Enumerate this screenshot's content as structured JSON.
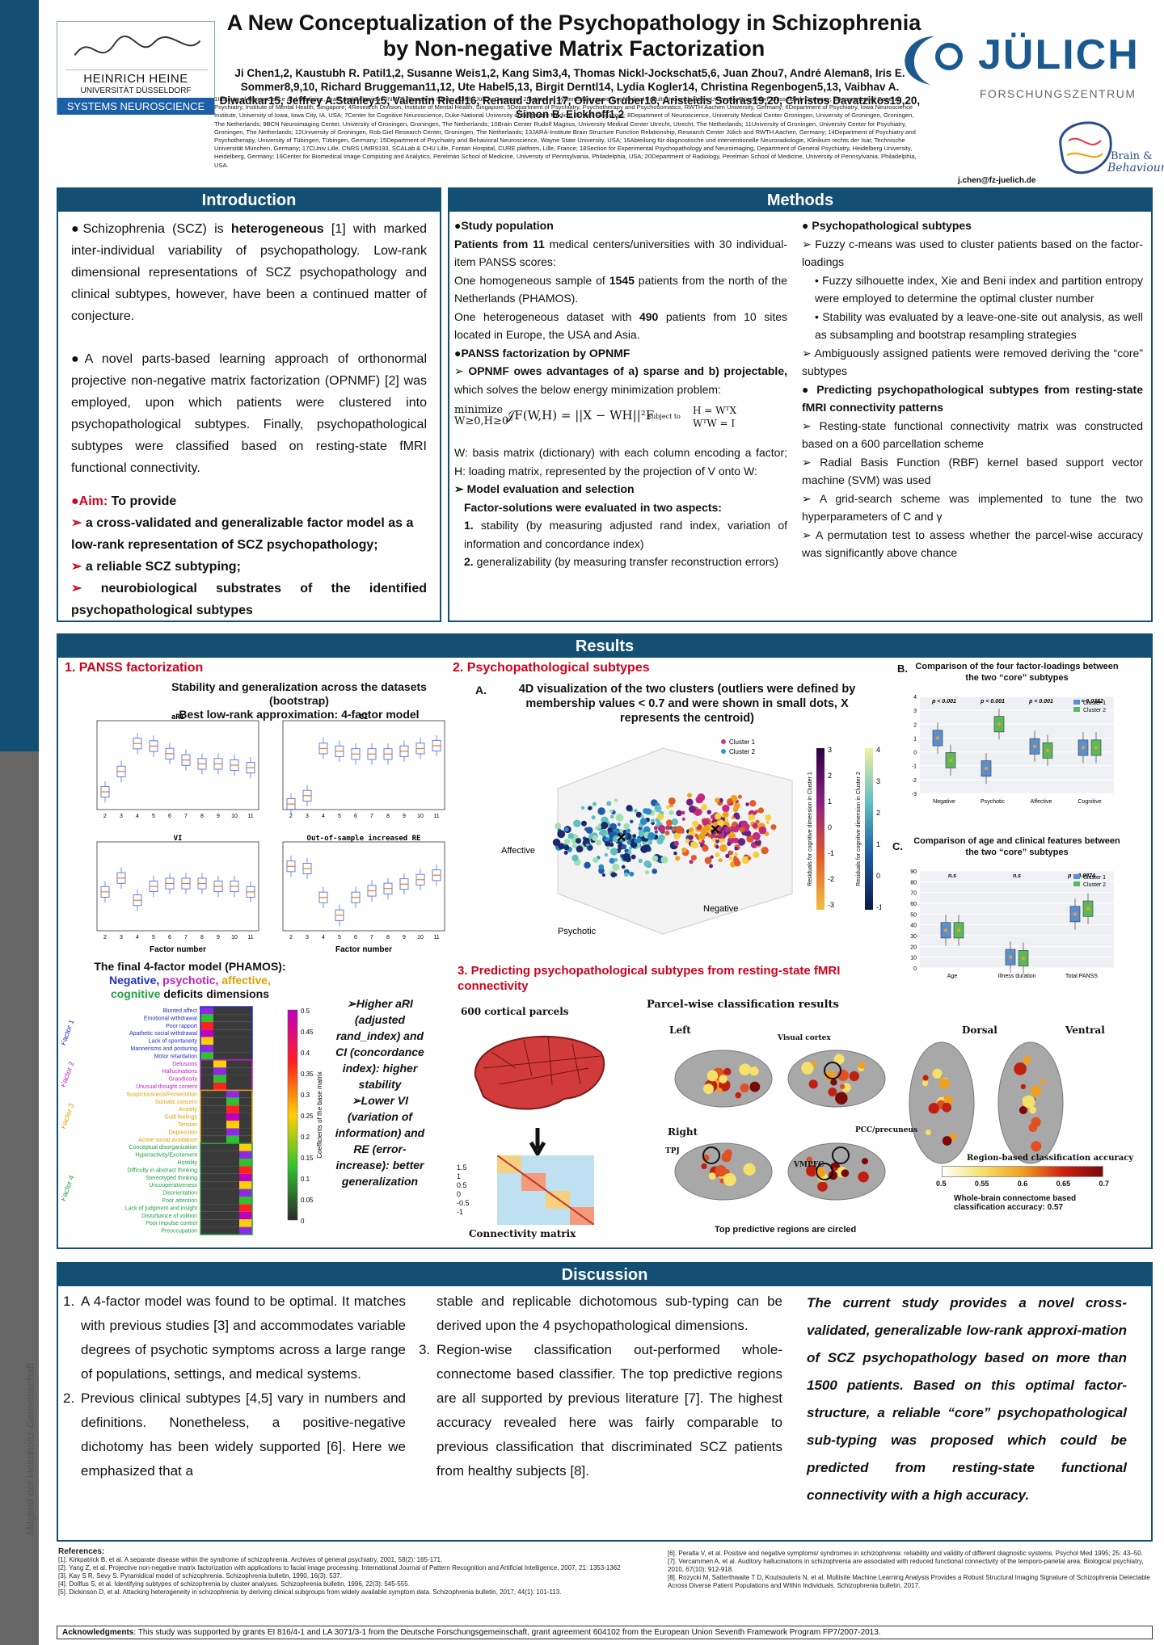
{
  "header": {
    "title": "A New Conceptualization of the Psychopathology in Schizophrenia by Non-negative Matrix Factorization",
    "authors": "Ji Chen1,2, Kaustubh R. Patil1,2, Susanne Weis1,2, Kang Sim3,4, Thomas Nickl-Jockschat5,6, Juan Zhou7, André Aleman8, Iris E. Sommer8,9,10, Richard Bruggeman11,12, Ute Habel5,13, Birgit Derntl14, Lydia Kogler14, Christina Regenbogen5,13, Vaibhav A. Diwadkar15, Jeffrey A.Stanley15, Valentin Riedl16, Renaud Jardri17, Oliver Gruber18, Aristeidis Sotiras19,20, Christos Davatzikos19,20, Simon B. Eickhoff1,2",
    "affiliations": "1Institute of Neuroscience and Medicine, Brain and Behaviour (INM-7), Research Center Jülich, Jülich, Germany; 2Institute of Systems Neuroscience, Medical Faculty, Heinrich Heine University Düsseldorf, Düsseldorf, Germany; 3Department of General Psychiatry, Institute of Mental Health, Singapore; 4Research Division, Institute of Mental Health, Singapore; 5Department of Psychiatry, Psychotherapy and Psychosomatics, RWTH Aachen University, Germany; 6Department of Psychiatry, Iowa Neuroscience Institute, University of Iowa, Iowa City, IA, USA; 7Center for Cognitive Neuroscience, Duke-National University of Singapore Medical School, Singapore; 8Department of Neuroscience, University Medical Center Groningen, University of Groningen, Groningen, The Netherlands; 9BCN Neuroimaging Center, University of Groningen, Groningen, The Netherlands; 10Brain Center Rudolf Magnus, University Medical Center Utrecht, Utrecht, The Netherlands; 11University of Groningen, University Center for Psychiatry, Groningen, The Netherlands; 12University of Groningen, Rob Giel Research Center, Groningen, The Netherlands; 13JARA-Institute Brain Structure Function Relationship, Research Center Jülich and RWTH Aachen, Germany; 14Department of Psychiatry and Psychotherapy, University of Tübingen, Tübingen, Germany; 15Department of Psychiatry and Behavioral Neuroscience, Wayne State University, USA; 16Abteilung für diagnostische und interventionelle Neuroradiologie, Klinikum rechts der Isar, Technische Universität München, Germany; 17CUniv Lille, CNRS UMR9193, SCALab & CHU Lille, Fontan Hospital, CURE platform, Lille, France; 18Section for Experimental Psychopathology and Neuroimaging, Department of General Psychiatry, Heidelberg University, Heidelberg, Germany; 19Center for Biomedical Image Computing and Analytics, Perelman School of Medicine, University of Pennsylvania, Philadelphia, USA; 20Department of Radiology, Perelman School of Medicine, University of Pennsylvania, Philadelphia, USA.",
    "email": "j.chen@fz-juelich.de",
    "logo_left": {
      "line1": "HEINRICH HEINE",
      "line2": "UNIVERSITÄT DÜSSELDORF",
      "line3": "SYSTEMS NEUROSCIENCE"
    },
    "logo_right": {
      "name": "JÜLICH",
      "sub": "FORSCHUNGSZENTRUM",
      "bb1": "Brain &",
      "bb2": "Behaviour"
    },
    "side_text": "Mitglied der Helmholtz-Gemeinschaft"
  },
  "intro": {
    "heading": "Introduction",
    "p1a": "Schizophrenia (SCZ) is ",
    "p1b": "heterogeneous",
    "p1c": " [1] with marked inter-individual variability of psychopathology. Low-rank dimensional representations of SCZ psychopathology and clinical subtypes, however, have been a continued matter of conjecture.",
    "p2": "A novel parts-based learning approach of orthonormal projective non-negative matrix factorization (OPNMF) [2] was employed, upon which patients were clustered into psychopathological subtypes. Finally, psychopathological subtypes were classified based on resting-state fMRI functional connectivity.",
    "aim_label": "Aim:",
    "aim_rest": " To provide",
    "aims": [
      "a cross-validated and generalizable factor model as a low-rank representation of SCZ psychopathology;",
      "a reliable SCZ subtyping;",
      "neurobiological substrates of the identified psychopathological subtypes"
    ]
  },
  "methods": {
    "heading": "Methods",
    "study_pop": "Study population",
    "pop1a": "Patients from 11",
    "pop1b": " medical centers/universities with 30 individual-item PANSS scores:",
    "pop2a": "One homogeneous sample of ",
    "pop2b": "1545",
    "pop2c": " patients from the north of the Netherlands (PHAMOS).",
    "pop3a": "One heterogeneous dataset with ",
    "pop3b": "490",
    "pop3c": " patients from 10 sites located in Europe, the USA and Asia.",
    "opnmf_head": "PANSS factorization by OPNMF",
    "opnmf_text_a": "OPNMF owes advantages of  a) sparse and b) projectable,",
    "opnmf_text_b": " which solves the below energy minimization problem:",
    "formula_left": "minimize W≥0,H≥0",
    "formula_mid": "𝒥F(W,H) = ||X − WH||²F",
    "formula_st": "subject to",
    "formula_c1": "H = WᵀX",
    "formula_c2": "WᵀW = I",
    "wh_text": "W: basis matrix (dictionary) with each column encoding a factor;  H: loading matrix, represented by the projection of V onto W:",
    "model_eval": "Model evaluation and selection",
    "fact_eval": "Factor-solutions were evaluated in two aspects:",
    "eval1a": "1.",
    "eval1b": " stability (by measuring adjusted rand index, variation of information and concordance index)",
    "eval2a": "2.",
    "eval2b": " generalizability (by measuring transfer reconstruction errors)",
    "sub_head": "Psychopathological subtypes",
    "sub1": "Fuzzy c-means was used to cluster patients based on the factor-loadings",
    "sub2": "Fuzzy silhouette index, Xie and Beni index and partition entropy were employed to determine the optimal cluster number",
    "sub3": "Stability was evaluated by a leave-one-site out analysis, as well as subsampling and bootstrap resampling strategies",
    "sub4": "Ambiguously assigned patients were removed deriving the “core” subtypes",
    "pred_head": "Predicting psychopathological subtypes from resting-state fMRI connectivity patterns",
    "pred1": "Resting-state functional connectivity matrix was constructed based on a 600 parcellation scheme",
    "pred2": "Radial Basis Function (RBF) kernel based support vector machine (SVM) was used",
    "pred3": "A grid-search scheme was implemented to tune the two hyperparameters of C and γ",
    "pred4": "A permutation test to assess whether the parcel-wise accuracy was significantly above chance"
  },
  "results": {
    "heading": "Results",
    "s1": "1.  PANSS factorization",
    "s1_title1": "Stability and generalization across the datasets (bootstrap)",
    "s1_title2": "Best low-rank approximation: 4-factor model",
    "bp_titles": [
      "aRI",
      "CI",
      "VI",
      "Out-of-sample increased RE"
    ],
    "bp_xlabel": "Factor number",
    "final_title": "The final 4-factor model (PHAMOS):",
    "final_neg": "Negative,",
    "final_psy": " psychotic,",
    "final_aff": " affective,",
    "final_cog": "cognitive",
    "final_rest": " deficits dimensions",
    "items": [
      "Blunted affect",
      "Emotional withdrawal",
      "Poor rapport",
      "Apathetic social withdrawal",
      "Lack of spontaneity",
      "Mannerisms and posturing",
      "Motor retardation",
      "Delusions",
      "Hallucinations",
      "Grandiosity",
      "Unusual thought content",
      "Suspiciousness/Persecution",
      "Somatic concern",
      "Anxiety",
      "Guilt feelings",
      "Tension",
      "Depression",
      "Active social avoidance",
      "Conceptual disorganization",
      "Hyperactivity/Excitement",
      "Hostility",
      "Difficulty in abstract thinking",
      "Stereotyped thinking",
      "Uncooperativeness",
      "Disorientation",
      "Poor attention",
      "Lack of judgment and insight",
      "Disturbance of volition",
      "Poor impulse control",
      "Preoccupation"
    ],
    "factors": [
      "Factor 1",
      "Factor 2",
      "Factor 3",
      "Factor 4"
    ],
    "colorbar_label": "Coefficients of the base matrix",
    "colorbar_ticks": [
      "0.5",
      "0.45",
      "0.4",
      "0.35",
      "0.3",
      "0.25",
      "0.2",
      "0.15",
      "0.1",
      "0.05",
      "0"
    ],
    "note": [
      "➢Higher aRI",
      "(adjusted",
      "rand_index) and",
      "CI (concordance",
      "index): higher",
      "stability",
      "➢Lower VI",
      "(variation of",
      "information) and",
      "RE (error-",
      "increase): better",
      "generalization"
    ],
    "s2": "2.  Psychopathological subtypes",
    "s2a_label": "A.",
    "s2a": "4D visualization of the two clusters (outliers were defined by membership values < 0.7 and were shown in small dots, X represents the centroid)",
    "cluster1": "Cluster 1",
    "cluster2": "Cluster 2",
    "ax_aff": "Affective",
    "ax_psy": "Psychotic",
    "ax_neg": "Negative",
    "cb1_label": "Residuals for cognitive dimension in Cluster 1",
    "cb2_label": "Residuals for cognitive dimension in Cluster 2",
    "cb1_ticks": [
      "3",
      "2",
      "1",
      "0",
      "-1",
      "-2",
      "-3"
    ],
    "cb2_ticks": [
      "4",
      "3",
      "2",
      "1",
      "0",
      "-1"
    ],
    "s2b_label": "B.",
    "s2b": "Comparison of the four factor-loadings between the two “core” subtypes",
    "s2b_x": [
      "Negative",
      "Psychotic",
      "Affective",
      "Cognitive"
    ],
    "s2b_p": [
      "p < 0.001",
      "p < 0.001",
      "p < 0.001",
      "p = 0.0382"
    ],
    "s2c_label": "C.",
    "s2c": "Comparison of age and clinical features between the two “core” subtypes",
    "s2c_x": [
      "Age",
      "Illness duration",
      "Total PANSS"
    ],
    "s2c_p": [
      "n.s",
      "n.s",
      "p = 0.0074"
    ],
    "s3": "3.  Predicting psychopathological subtypes from resting-state fMRI connectivity",
    "parcels": "600 cortical parcels",
    "conn": "Connectivity matrix",
    "parcel_res": "Parcel-wise classification results",
    "left": "Left",
    "right": "Right",
    "dorsal": "Dorsal",
    "ventral": "Ventral",
    "visual": "Visual cortex",
    "pcc": "PCC/precuneus",
    "tpj": "TPJ",
    "vmpfc": "VMPFC",
    "acc_title": "Region-based classification accuracy",
    "acc_ticks": [
      "0.5",
      "0.55",
      "0.6",
      "0.65",
      "0.7"
    ],
    "whole": "Whole-brain connectome based classification accuracy: 0.57",
    "circled": "Top predictive regions are circled"
  },
  "chart_data": [
    {
      "type": "box",
      "title": "aRI",
      "x": [
        2,
        3,
        4,
        5,
        6,
        7,
        8,
        9,
        10,
        11
      ],
      "median": [
        0.14,
        0.3,
        0.52,
        0.5,
        0.44,
        0.39,
        0.36,
        0.36,
        0.35,
        0.33
      ],
      "ylim": [
        0.0,
        0.7
      ]
    },
    {
      "type": "box",
      "title": "CI",
      "x": [
        2,
        3,
        4,
        5,
        6,
        7,
        8,
        9,
        10,
        11
      ],
      "median": [
        0.8,
        0.815,
        0.9,
        0.895,
        0.89,
        0.89,
        0.89,
        0.895,
        0.9,
        0.905
      ],
      "ylim": [
        0.79,
        0.95
      ]
    },
    {
      "type": "box",
      "title": "VI",
      "x": [
        2,
        3,
        4,
        5,
        6,
        7,
        8,
        9,
        10,
        11
      ],
      "median": [
        1.5,
        1.75,
        1.35,
        1.6,
        1.65,
        1.65,
        1.65,
        1.6,
        1.6,
        1.5
      ],
      "ylim": [
        0.8,
        2.4
      ]
    },
    {
      "type": "box",
      "title": "Out-of-sample increased RE",
      "x": [
        2,
        3,
        4,
        5,
        6,
        7,
        8,
        9,
        10,
        11
      ],
      "median": [
        2.65,
        2.6,
        1.95,
        1.55,
        1.95,
        2.1,
        2.15,
        2.25,
        2.35,
        2.45
      ],
      "ylim": [
        1.2,
        3.2
      ]
    },
    {
      "type": "box",
      "title": "Comparison of the four factor-loadings between the two “core” subtypes",
      "categories": [
        "Negative",
        "Psychotic",
        "Affective",
        "Cognitive"
      ],
      "series": [
        {
          "name": "Cluster 1",
          "values": [
            1.0,
            -1.2,
            0.4,
            0.3
          ]
        },
        {
          "name": "Cluster 2",
          "values": [
            -0.6,
            2.0,
            0.1,
            0.3
          ]
        }
      ],
      "ylim": [
        -3,
        4
      ]
    },
    {
      "type": "box",
      "title": "Comparison of age and clinical features between the two “core” subtypes",
      "categories": [
        "Age",
        "Illness duration",
        "Total PANSS"
      ],
      "series": [
        {
          "name": "Cluster 1",
          "values": [
            35,
            10,
            50
          ]
        },
        {
          "name": "Cluster 2",
          "values": [
            35,
            9,
            55
          ]
        }
      ],
      "ylim": [
        0,
        90
      ]
    }
  ],
  "discussion": {
    "heading": "Discussion",
    "col1": [
      "A 4-factor model was found to be optimal. It matches with previous studies [3] and accommodates variable degrees of psychotic symptoms across a large range of populations, settings, and medical systems.",
      "Previous clinical subtypes [4,5] vary in numbers and definitions. Nonetheless, a positive-negative dichotomy has been widely supported [6]. Here we emphasized that a"
    ],
    "col2a": "stable and replicable dichotomous sub-typing can be derived upon the 4 psychopathological dimensions.",
    "col2b": "Region-wise classification out-performed whole-connectome based classifier. The top predictive regions are all supported by previous literature [7]. The highest accuracy revealed here was fairly comparable to previous classification that discriminated SCZ patients from healthy subjects [8].",
    "conclusion": "The current study provides a novel cross-validated, generalizable low-rank approxi-mation of SCZ psychopathology based on more than 1500 patients. Based on this optimal factor-structure, a reliable “core” psychopathological sub-typing was proposed which could be predicted from resting-state functional connectivity with a high accuracy."
  },
  "references": {
    "heading": "References:",
    "left": [
      "[1]. Kirkpatrick B, et al. A separate disease within the syndrome of schizophrenia. Archives of general psychiatry, 2001, 58(2): 165-171.",
      "[2]. Yang Z, et al. Projective non-negative matrix factorization with applications to facial image processing. International Journal of Pattern Recognition and Artificial Intelligence, 2007, 21: 1353-1362",
      "[3]. Kay S R, Sevy S. Pyramidical model of schizophrenia. Schizophrenia bulletin, 1990, 16(3): 537.",
      "[4]. Dollfus S, et al. Identifying subtypes of schizophrenia by cluster analyses. Schizophrenia bulletin, 1996, 22(3): 545-555.",
      "[5]. Dickinson D, et al. Attacking heterogeneity in schizophrenia by deriving clinical subgroups from widely available symptom data. Schizophrenia bulletin, 2017, 44(1): 101-113."
    ],
    "right": [
      "[6]. Peralta V, et al. Positive and negative symptoms/ syndromes in schizophrenia: reliability and validity of different diagnostic systems. Psychol Med 1995; 25: 43–50.",
      "[7]. Vercammen A, et al. Auditory hallucinations in schizophrenia are associated with reduced functional connectivity of the temporo-parietal area. Biological psychiatry, 2010, 67(10): 912-918.",
      "[8]. Rozycki M, Satterthwaite T D, Koutsouleris N, et al. Multisite Machine Learning Analysis Provides a Robust Structural Imaging Signature of Schizophrenia Detectable Across Diverse Patient Populations and Within Individuals. Schizophrenia bulletin, 2017."
    ]
  },
  "ack": {
    "label": "Acknowledgments",
    "text": ": This study was supported by grants EI 816/4-1 and LA 3071/3-1 from the Deutsche Forschungsgemeinschaft, grant agreement 604102 from the European Union Seventh Framework Program FP7/2007-2013."
  },
  "colors": {
    "panel": "#134f73",
    "red": "#d0021b",
    "cluster1": "#d63384",
    "cluster2": "#2b9bd6",
    "box1": "#5b8fd0",
    "box2": "#5cb85c"
  }
}
